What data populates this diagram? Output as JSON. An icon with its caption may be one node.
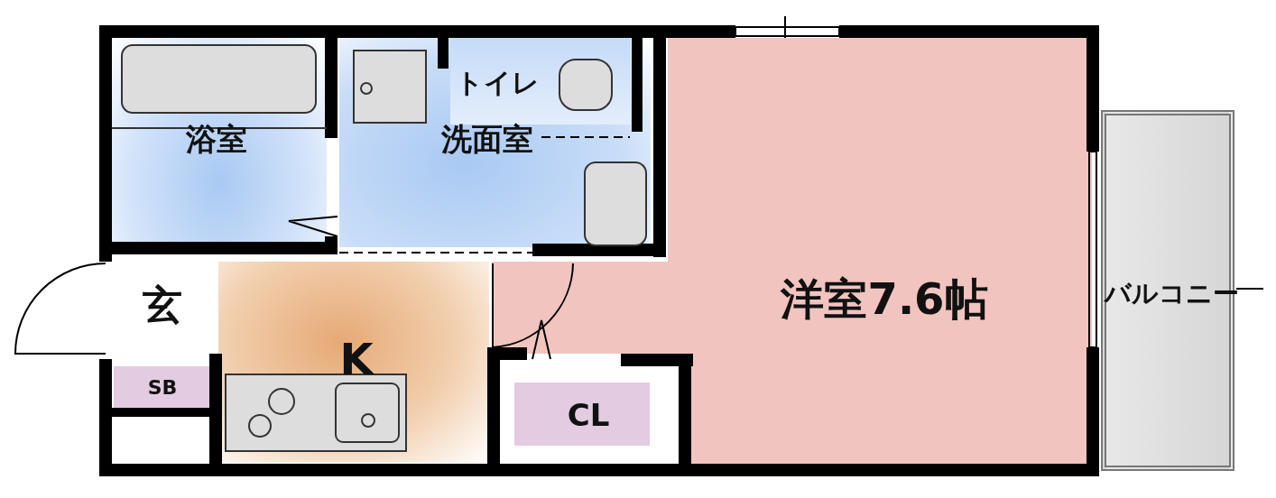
{
  "diagram": {
    "nodes": [
      {
        "text": [
          "浴室"
        ]
      },
      {
        "text": [
          "洗面室"
        ]
      },
      {
        "text": [
          "トイレ"
        ],
        "in": 1
      },
      {
        "text": [
          "玄"
        ]
      },
      {
        "text": [
          "SB"
        ]
      },
      {
        "text": [
          "K"
        ]
      },
      {
        "text": [
          "CL"
        ]
      },
      {
        "text": [
          "洋室7.6帖"
        ]
      },
      {
        "text": [
          "バルコニー"
        ]
      }
    ],
    "edges": []
  }
}
